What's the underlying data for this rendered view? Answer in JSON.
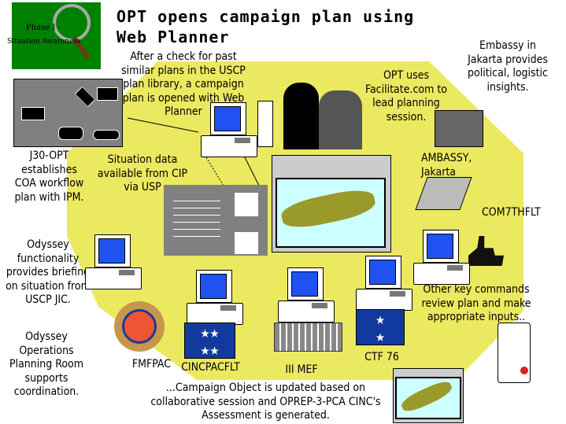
{
  "title": "OPT opens campaign plan using Web Planner",
  "badge": {
    "line1": "Phase I -",
    "line2": "Situation Awareness",
    "bg": "#008000"
  },
  "colors": {
    "yellow": "#ebe960",
    "screen_blue": "#1f52f0",
    "flag_blue": "#123a9e"
  },
  "notes": {
    "library": "After a check for past similar plans in the USCP plan library, a campaign plan is opened with Web Planner",
    "opt_uses": "OPT uses Facilitate.com to lead planning session.",
    "embassy": "Embassy in Jakarta provides political, logistic insights.",
    "j30": "J30-OPT establishes COA workflow plan with IPM.",
    "situation": "Situation data available from CIP via USP",
    "odyssey_func": "Odyssey functionality provides briefing on situation from USCP JIC.",
    "odyssey_room": "Odyssey Operations Planning Room supports coordination.",
    "other_cmds": "Other key commands review plan and make appropriate inputs..",
    "campaign": "...Campaign Object is updated based on collaborative session and OPREP-3-PCA CINC's Assessment is generated."
  },
  "labels": {
    "ambassy": "AMBASSY, Jakarta",
    "com7thflt": "COM7THFLT",
    "fmfpac": "FMFPAC",
    "cincpacflt": "CINCPACFLT",
    "iiimef": "III MEF",
    "ctf76": "CTF 76"
  }
}
